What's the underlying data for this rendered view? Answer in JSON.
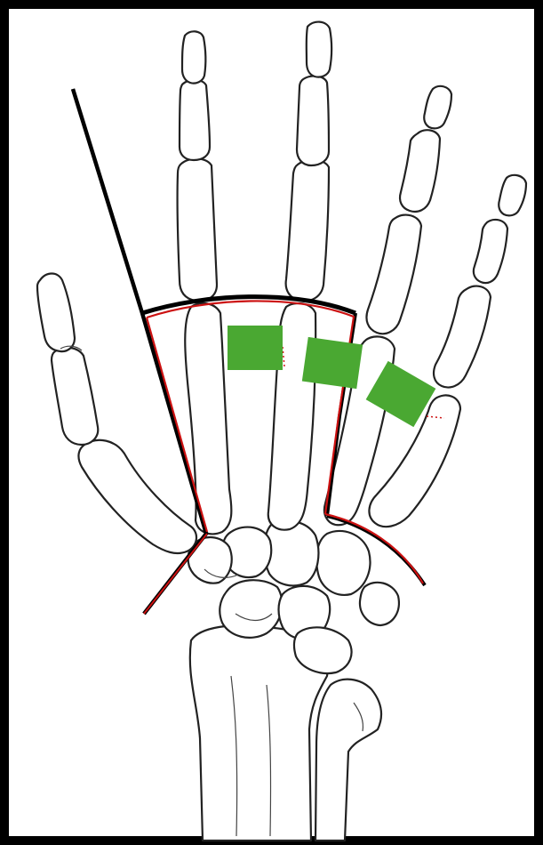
{
  "figure": {
    "subject": "hand-skeleton-palmar-view",
    "colors": {
      "frame": "#000000",
      "outline": "#000000",
      "highlight": "#cc1111",
      "markers": "#4aa832",
      "bone_stroke": "#222222"
    },
    "markers": [
      {
        "id": "marker-1",
        "shape": "square"
      },
      {
        "id": "marker-2",
        "shape": "square"
      },
      {
        "id": "marker-3",
        "shape": "square"
      }
    ],
    "overlays": [
      "black-guide-line",
      "red-metacarpal-outline",
      "red-carpal-arc"
    ]
  }
}
